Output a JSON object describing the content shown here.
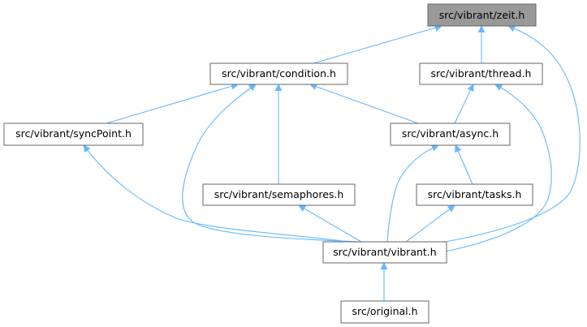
{
  "graph": {
    "colors": {
      "edge": "#63b8ff",
      "node_fill": "#ffffff",
      "root_fill": "#999999",
      "border": "#666666"
    },
    "nodes": [
      {
        "id": "zeit",
        "label": "src/vibrant/zeit.h",
        "root": true
      },
      {
        "id": "condition",
        "label": "src/vibrant/condition.h"
      },
      {
        "id": "thread",
        "label": "src/vibrant/thread.h"
      },
      {
        "id": "syncPoint",
        "label": "src/vibrant/syncPoint.h"
      },
      {
        "id": "async",
        "label": "src/vibrant/async.h"
      },
      {
        "id": "semaphores",
        "label": "src/vibrant/semaphores.h"
      },
      {
        "id": "tasks",
        "label": "src/vibrant/tasks.h"
      },
      {
        "id": "vibrant",
        "label": "src/vibrant/vibrant.h"
      },
      {
        "id": "original",
        "label": "src/original.h"
      }
    ],
    "edges": [
      {
        "from": "condition",
        "to": "zeit"
      },
      {
        "from": "thread",
        "to": "zeit"
      },
      {
        "from": "vibrant",
        "to": "zeit"
      },
      {
        "from": "syncPoint",
        "to": "condition"
      },
      {
        "from": "async",
        "to": "condition"
      },
      {
        "from": "semaphores",
        "to": "condition"
      },
      {
        "from": "vibrant",
        "to": "condition"
      },
      {
        "from": "async",
        "to": "thread"
      },
      {
        "from": "vibrant",
        "to": "thread"
      },
      {
        "from": "vibrant",
        "to": "syncPoint"
      },
      {
        "from": "tasks",
        "to": "async"
      },
      {
        "from": "vibrant",
        "to": "async"
      },
      {
        "from": "vibrant",
        "to": "semaphores"
      },
      {
        "from": "vibrant",
        "to": "tasks"
      },
      {
        "from": "original",
        "to": "vibrant"
      }
    ]
  }
}
